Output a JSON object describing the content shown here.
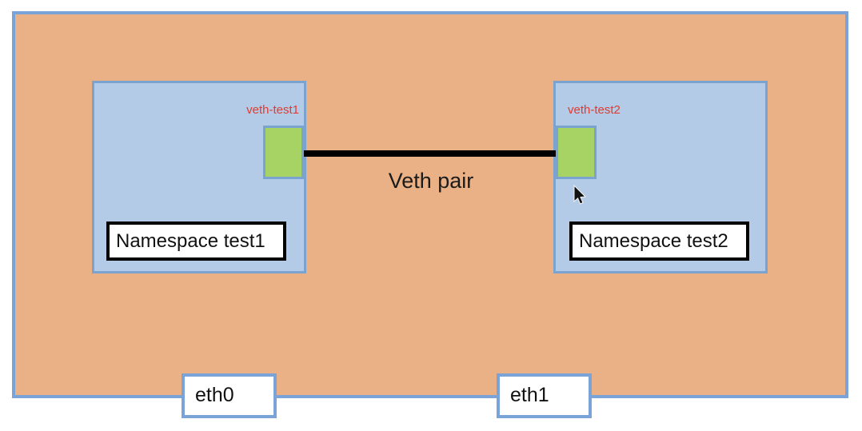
{
  "link": {
    "label": "Veth pair"
  },
  "namespaces": [
    {
      "name": "Namespace test1",
      "veth_label": "veth-test1"
    },
    {
      "name": "Namespace test2",
      "veth_label": "veth-test2"
    }
  ],
  "host_interfaces": [
    {
      "label": "eth0"
    },
    {
      "label": "eth1"
    }
  ],
  "colors": {
    "host_fill": "#e9b185",
    "host_border": "#7aa4d8",
    "namespace_fill": "#b4cbe7",
    "namespace_border": "#7ba3d0",
    "veth_port_fill": "#a6d363",
    "veth_label_text": "#e03b30",
    "link_line": "#000000",
    "name_plate_border": "#000000"
  }
}
